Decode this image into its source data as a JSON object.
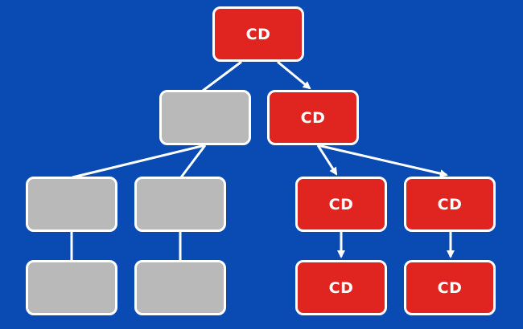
{
  "diagram": {
    "colors": {
      "background": "#0a4bb3",
      "highlighted_node": "#e02520",
      "inactive_node": "#b9b9b9",
      "border_and_lines": "#ffffff"
    },
    "nodes": {
      "root": {
        "label": "CD",
        "state": "highlighted"
      },
      "level2_left": {
        "label": "",
        "state": "inactive"
      },
      "level2_right": {
        "label": "CD",
        "state": "highlighted"
      },
      "level3_a": {
        "label": "",
        "state": "inactive"
      },
      "level3_b": {
        "label": "",
        "state": "inactive"
      },
      "level3_c": {
        "label": "CD",
        "state": "highlighted"
      },
      "level3_d": {
        "label": "CD",
        "state": "highlighted"
      },
      "level4_a": {
        "label": "",
        "state": "inactive"
      },
      "level4_b": {
        "label": "",
        "state": "inactive"
      },
      "level4_c": {
        "label": "CD",
        "state": "highlighted"
      },
      "level4_d": {
        "label": "CD",
        "state": "highlighted"
      }
    },
    "edges": [
      {
        "from": "root",
        "to": "level2_left",
        "arrow": false
      },
      {
        "from": "root",
        "to": "level2_right",
        "arrow": true
      },
      {
        "from": "level2_left",
        "to": "level3_a",
        "arrow": false
      },
      {
        "from": "level2_left",
        "to": "level3_b",
        "arrow": false
      },
      {
        "from": "level2_right",
        "to": "level3_c",
        "arrow": true
      },
      {
        "from": "level2_right",
        "to": "level3_d",
        "arrow": true
      },
      {
        "from": "level3_a",
        "to": "level4_a",
        "arrow": false
      },
      {
        "from": "level3_b",
        "to": "level4_b",
        "arrow": false
      },
      {
        "from": "level3_c",
        "to": "level4_c",
        "arrow": true
      },
      {
        "from": "level3_d",
        "to": "level4_d",
        "arrow": true
      }
    ]
  }
}
